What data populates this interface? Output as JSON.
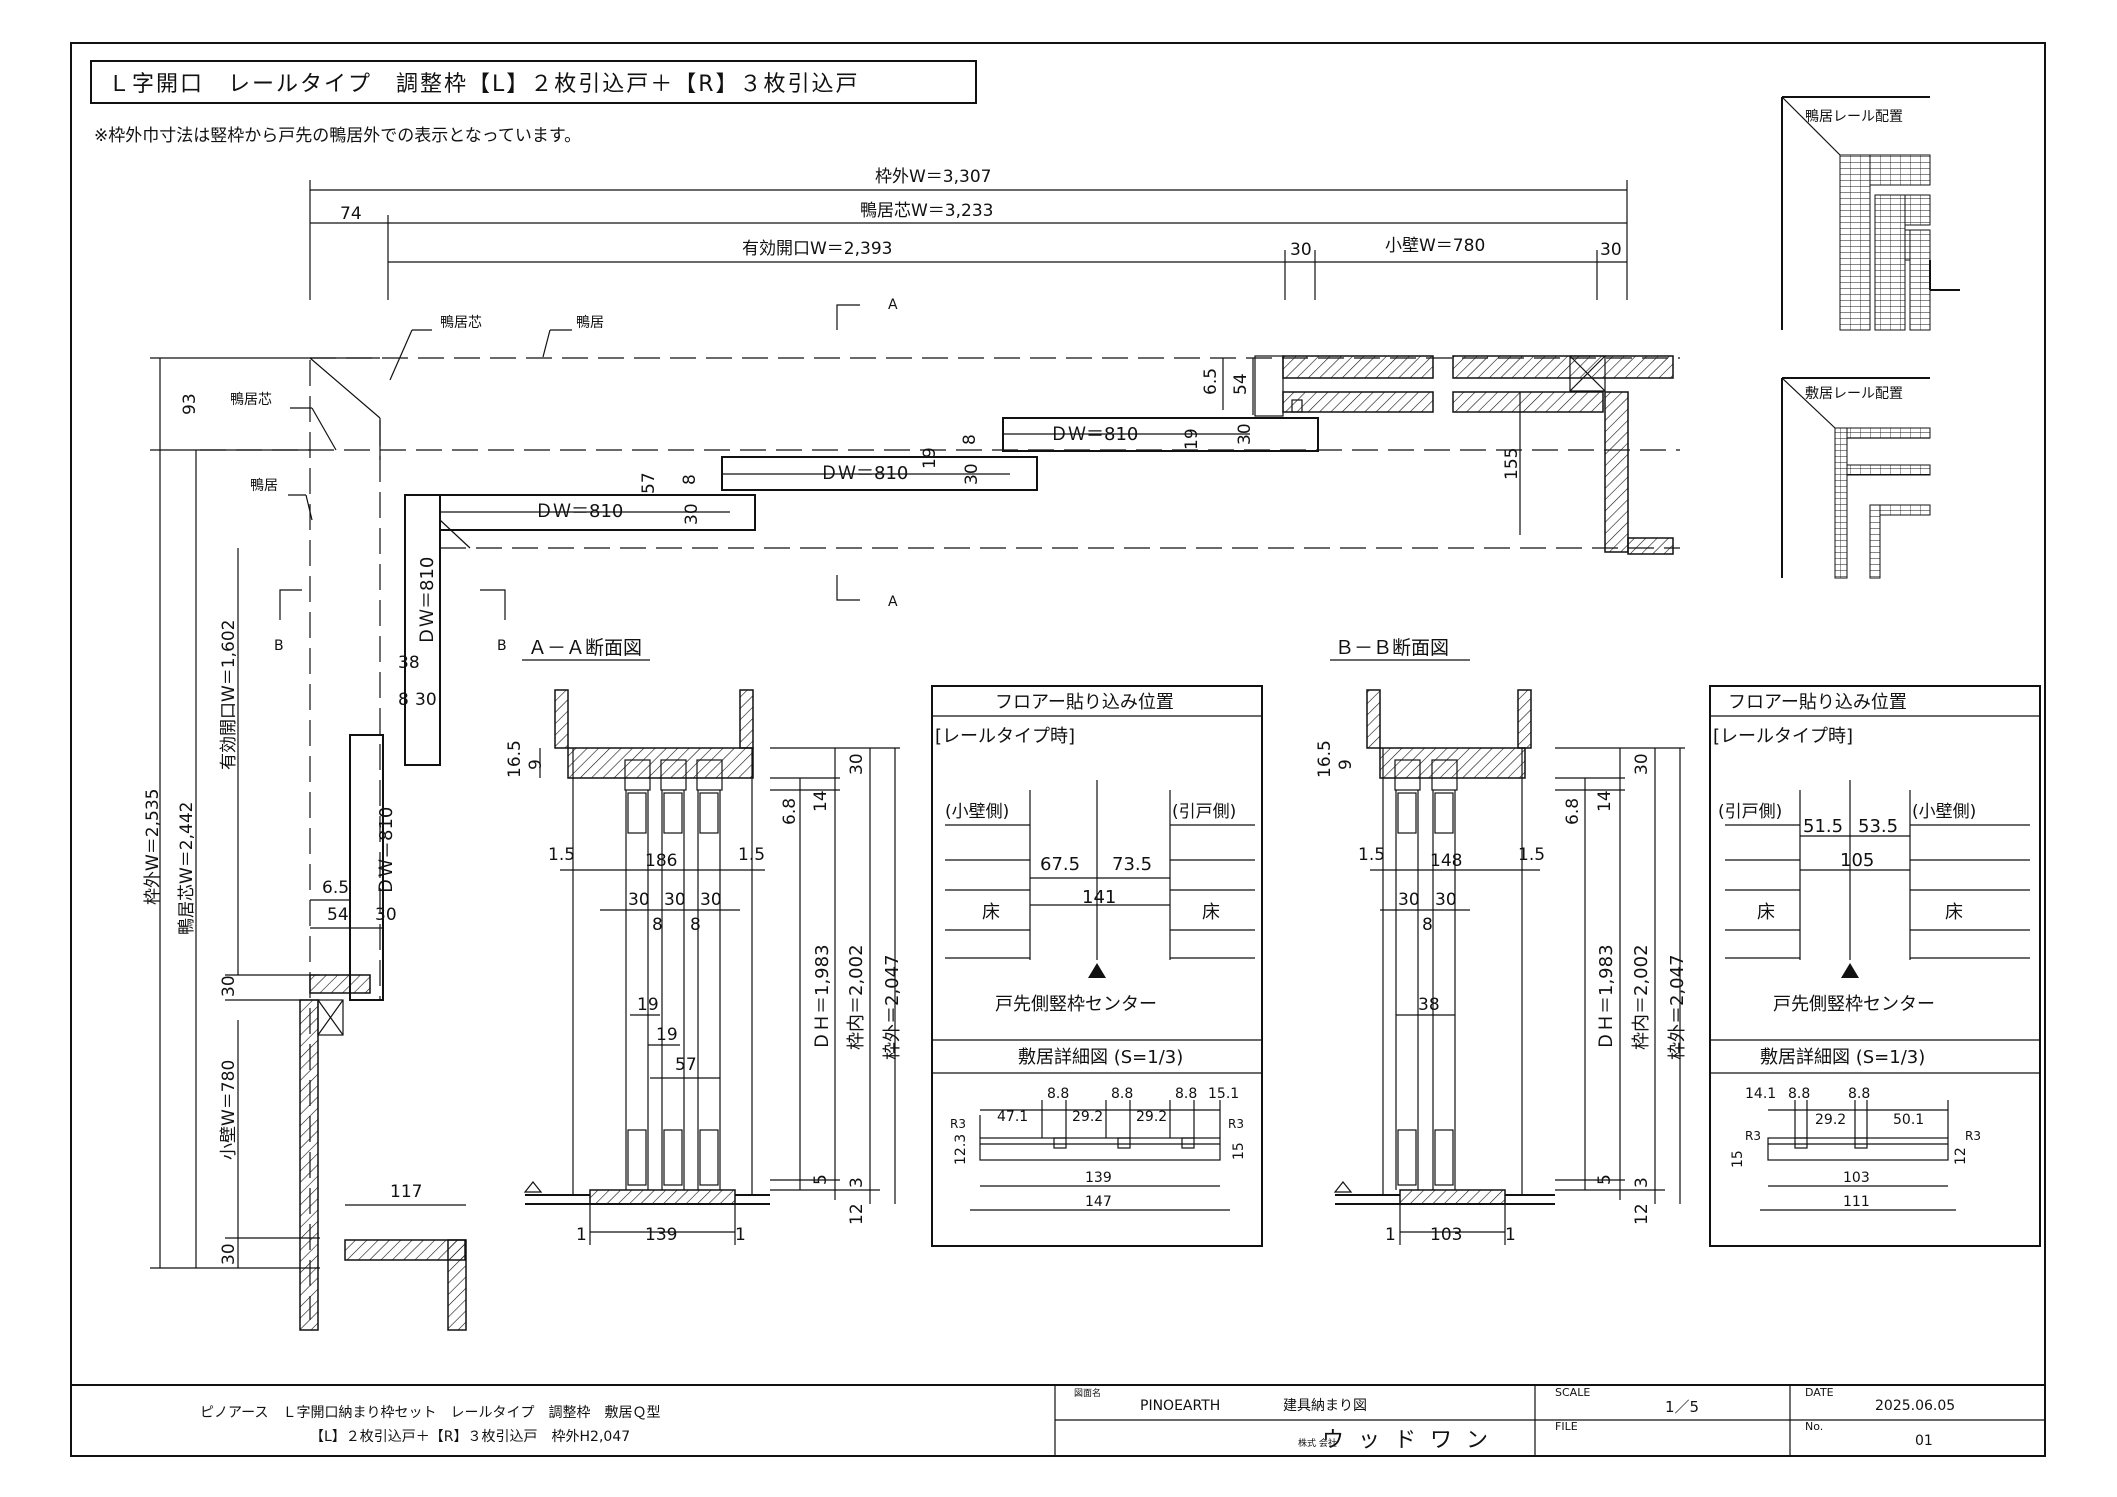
{
  "title": "Ｌ字開口　レールタイプ　調整枠【L】２枚引込戸＋【R】３枚引込戸",
  "note": "※枠外巾寸法は竪枠から戸先の鴨居外での表示となっています。",
  "plan": {
    "dim_frame_outer": "枠外W＝3,307",
    "dim_74": "74",
    "dim_kamoi_center": "鴨居芯W＝3,233",
    "dim_effective": "有効開口W＝2,393",
    "dim_30a": "30",
    "dim_kokabe": "小壁W＝780",
    "dim_30b": "30",
    "label_kamoi_shin_top": "鴨居芯",
    "label_kamoi_top": "鴨居",
    "label_kamoi_shin_left": "鴨居芯",
    "label_kamoi_left": "鴨居",
    "section_a_top": "A",
    "section_a_bottom": "A",
    "section_b_left": "B",
    "section_b_right": "B",
    "dw1": "ＤＷ＝810",
    "dw2": "ＤＷ＝810",
    "dw3": "ＤＷ＝810",
    "dw_vert1": "ＤＷ＝810",
    "dw_vert2": "ＤＷ＝810",
    "d_93": "93",
    "d_6_5": "6.5",
    "d_54": "54",
    "d_19a": "19",
    "d_8a": "8",
    "d_30a": "30",
    "d_19b": "19",
    "d_30b": "30",
    "d_57": "57",
    "d_8b": "8",
    "d_30c": "30",
    "d_30d": "30",
    "d_155": "155",
    "d_38": "38",
    "d_8c": "8",
    "d_30e": "30",
    "d_6_5b": "6.5",
    "d_54b": "54",
    "d_30f": "30",
    "d_30g": "30",
    "d_117": "117",
    "d_30h": "30",
    "v_frame_outer": "枠外W＝2,535",
    "v_kamoi_center": "鴨居芯W＝2,442",
    "v_effective": "有効開口W＝1,602",
    "v_kokabe": "小壁W＝780"
  },
  "inset": {
    "kamoi_rail": "鴨居レール配置",
    "shikii_rail": "敷居レール配置"
  },
  "section_aa": {
    "title": "Ａ－Ａ断面図",
    "d_165": "16.5",
    "d_9": "9",
    "d_1_5a": "1.5",
    "d_186": "186",
    "d_1_5b": "1.5",
    "d_30a": "30",
    "d_30b": "30",
    "d_30c": "30",
    "d_8a": "8",
    "d_8b": "8",
    "d_19a": "19",
    "d_19b": "19",
    "d_57": "57",
    "d_6_8": "6.8",
    "d_14": "14",
    "d_30top": "30",
    "d_5": "5",
    "d_3": "3",
    "d_12": "12",
    "dh": "ＤＨ＝1,983",
    "inner": "枠内＝2,002",
    "outer": "枠外＝2,047",
    "d_1l": "1",
    "d_139": "139",
    "d_1r": "1"
  },
  "floor_a": {
    "header": "フロアー貼り込み位置",
    "sub": "[レールタイプ時]",
    "left_label": "(小壁側)",
    "right_label": "(引戸側)",
    "d_67_5": "67.5",
    "d_73_5": "73.5",
    "d_141": "141",
    "floor_l": "床",
    "floor_r": "床",
    "center": "戸先側竪枠センター",
    "detail_title": "敷居詳細図 (S=1/3)",
    "t_8_8a": "8.8",
    "t_8_8b": "8.8",
    "t_8_8c": "8.8",
    "t_15_1": "15.1",
    "t_47_1": "47.1",
    "t_29_2a": "29.2",
    "t_29_2b": "29.2",
    "t_r3a": "R3",
    "t_r3b": "R3",
    "t_12_3": "12.3",
    "t_15": "15",
    "t_139": "139",
    "t_147": "147"
  },
  "section_bb": {
    "title": "Ｂ－Ｂ断面図",
    "d_165": "16.5",
    "d_9": "9",
    "d_1_5a": "1.5",
    "d_148": "148",
    "d_1_5b": "1.5",
    "d_30a": "30",
    "d_30b": "30",
    "d_8": "8",
    "d_38": "38",
    "d_6_8": "6.8",
    "d_14": "14",
    "d_30top": "30",
    "d_5": "5",
    "d_3": "3",
    "d_12": "12",
    "dh": "ＤＨ＝1,983",
    "inner": "枠内＝2,002",
    "outer": "枠外＝2,047",
    "d_1l": "1",
    "d_103": "103",
    "d_1r": "1"
  },
  "floor_b": {
    "header": "フロアー貼り込み位置",
    "sub": "[レールタイプ時]",
    "left_label": "(引戸側)",
    "right_label": "(小壁側)",
    "d_51_5": "51.5",
    "d_53_5": "53.5",
    "d_105": "105",
    "floor_l": "床",
    "floor_r": "床",
    "center": "戸先側竪枠センター",
    "detail_title": "敷居詳細図 (S=1/3)",
    "t_14_1": "14.1",
    "t_8_8a": "8.8",
    "t_8_8b": "8.8",
    "t_29_2": "29.2",
    "t_50_1": "50.1",
    "t_r3a": "R3",
    "t_r3b": "R3",
    "t_15": "15",
    "t_12": "12",
    "t_103": "103",
    "t_111": "111"
  },
  "titleblock": {
    "product_line1": "ピノアース　Ｌ字開口納まり枠セット　レールタイプ　調整枠　敷居Ｑ型",
    "product_line2": "【L】２枚引込戸＋【R】３枚引込戸　枠外H2,047",
    "drawing_name_label": "図面名",
    "drawing_brand": "PINOEARTH",
    "drawing_name": "建具納まり図",
    "company_prefix": "株式\n会社",
    "company": "ウッドワン",
    "scale_label": "SCALE",
    "scale": "1／5",
    "file_label": "FILE",
    "date_label": "DATE",
    "date": "2025.06.05",
    "no_label": "No.",
    "no": "01"
  }
}
